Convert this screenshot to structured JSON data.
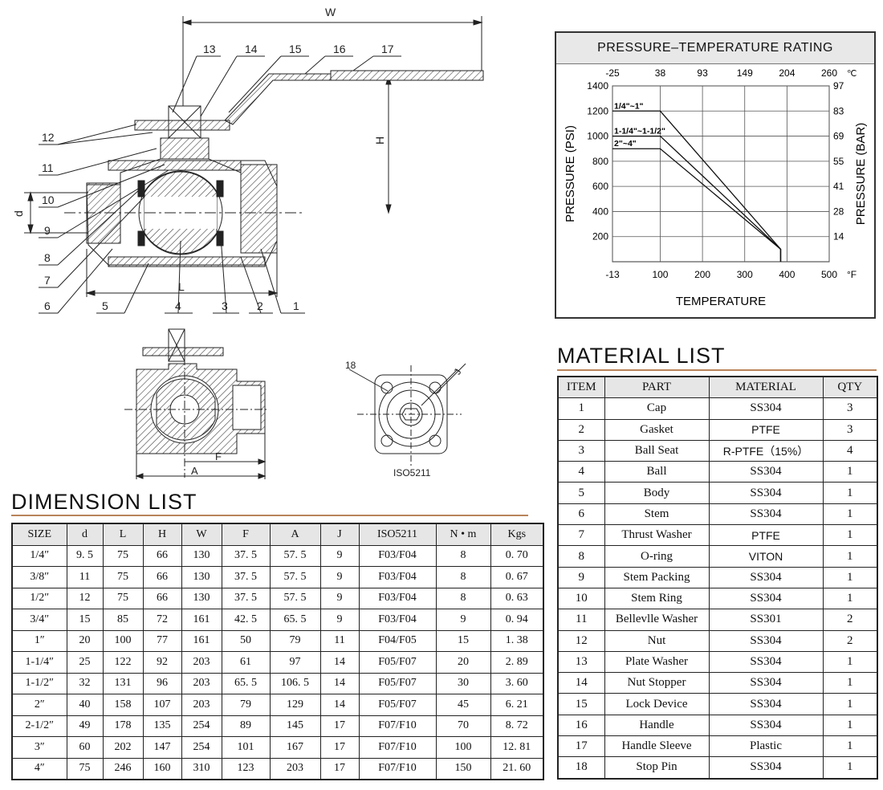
{
  "main_drawing": {
    "labels": {
      "width": "W",
      "height": "H",
      "bore": "d",
      "length": "L"
    },
    "callouts": [
      "1",
      "2",
      "3",
      "4",
      "5",
      "6",
      "7",
      "8",
      "9",
      "10",
      "11",
      "12",
      "13",
      "14",
      "15",
      "16",
      "17"
    ]
  },
  "section_drawing": {
    "a_label": "A",
    "f_label": "F"
  },
  "flange_drawing": {
    "callout": "18",
    "j_label": "J",
    "standard": "ISO5211"
  },
  "pressure_chart": {
    "title": "PRESSURE–TEMPERATURE RATING",
    "xlabel": "TEMPERATURE",
    "ylabel_left": "PRESSURE (PSI)",
    "ylabel_right": "PRESSURE (BAR)",
    "celsius_unit": "℃",
    "fahrenheit_unit": "°F"
  },
  "chart_data": {
    "type": "line",
    "title": "PRESSURE–TEMPERATURE RATING",
    "xlabel": "TEMPERATURE",
    "ylabel": "PRESSURE (PSI)",
    "ylabel_right": "PRESSURE (BAR)",
    "xlim": [
      -13,
      500
    ],
    "ylim": [
      0,
      1400
    ],
    "grid": true,
    "x_ticks_f": [
      "-13",
      "100",
      "200",
      "300",
      "400",
      "500"
    ],
    "x_ticks_c": [
      "-25",
      "38",
      "93",
      "149",
      "204",
      "260"
    ],
    "y_ticks_psi": [
      "200",
      "400",
      "600",
      "800",
      "1000",
      "1200",
      "1400"
    ],
    "y_ticks_bar": [
      "14",
      "28",
      "41",
      "55",
      "69",
      "83",
      "97"
    ],
    "series": [
      {
        "name": "1/4\"~1\"",
        "x": [
          -13,
          100,
          385,
          385
        ],
        "y": [
          1200,
          1200,
          100,
          0
        ]
      },
      {
        "name": "1-1/4\"~1-1/2\"",
        "x": [
          -13,
          100,
          385,
          385
        ],
        "y": [
          1000,
          1000,
          100,
          0
        ]
      },
      {
        "name": "2\"~4\"",
        "x": [
          -13,
          100,
          385,
          385
        ],
        "y": [
          900,
          900,
          100,
          0
        ]
      }
    ]
  },
  "dimension_list": {
    "heading": "DIMENSION LIST",
    "columns": [
      "SIZE",
      "d",
      "L",
      "H",
      "W",
      "F",
      "A",
      "J",
      "ISO5211",
      "N • m",
      "Kgs"
    ],
    "rows": [
      [
        "1/4″",
        "9. 5",
        "75",
        "66",
        "130",
        "37. 5",
        "57. 5",
        "9",
        "F03/F04",
        "8",
        "0. 70"
      ],
      [
        "3/8″",
        "11",
        "75",
        "66",
        "130",
        "37. 5",
        "57. 5",
        "9",
        "F03/F04",
        "8",
        "0. 67"
      ],
      [
        "1/2″",
        "12",
        "75",
        "66",
        "130",
        "37. 5",
        "57. 5",
        "9",
        "F03/F04",
        "8",
        "0. 63"
      ],
      [
        "3/4″",
        "15",
        "85",
        "72",
        "161",
        "42. 5",
        "65. 5",
        "9",
        "F03/F04",
        "9",
        "0. 94"
      ],
      [
        "1″",
        "20",
        "100",
        "77",
        "161",
        "50",
        "79",
        "11",
        "F04/F05",
        "15",
        "1. 38"
      ],
      [
        "1-1/4″",
        "25",
        "122",
        "92",
        "203",
        "61",
        "97",
        "14",
        "F05/F07",
        "20",
        "2. 89"
      ],
      [
        "1-1/2″",
        "32",
        "131",
        "96",
        "203",
        "65. 5",
        "106. 5",
        "14",
        "F05/F07",
        "30",
        "3. 60"
      ],
      [
        "2″",
        "40",
        "158",
        "107",
        "203",
        "79",
        "129",
        "14",
        "F05/F07",
        "45",
        "6. 21"
      ],
      [
        "2-1/2″",
        "49",
        "178",
        "135",
        "254",
        "89",
        "145",
        "17",
        "F07/F10",
        "70",
        "8. 72"
      ],
      [
        "3″",
        "60",
        "202",
        "147",
        "254",
        "101",
        "167",
        "17",
        "F07/F10",
        "100",
        "12. 81"
      ],
      [
        "4″",
        "75",
        "246",
        "160",
        "310",
        "123",
        "203",
        "17",
        "F07/F10",
        "150",
        "21. 60"
      ]
    ]
  },
  "material_list": {
    "heading": "MATERIAL LIST",
    "columns": [
      "ITEM",
      "PART",
      "MATERIAL",
      "QTY"
    ],
    "rows": [
      [
        "1",
        "Cap",
        "SS304",
        "3"
      ],
      [
        "2",
        "Gasket",
        "PTFE",
        "3"
      ],
      [
        "3",
        "Ball Seat",
        "R-PTFE（15%）",
        "4"
      ],
      [
        "4",
        "Ball",
        "SS304",
        "1"
      ],
      [
        "5",
        "Body",
        "SS304",
        "1"
      ],
      [
        "6",
        "Stem",
        "SS304",
        "1"
      ],
      [
        "7",
        "Thrust Washer",
        "PTFE",
        "1"
      ],
      [
        "8",
        "O-ring",
        "VITON",
        "1"
      ],
      [
        "9",
        "Stem Packing",
        "SS304",
        "1"
      ],
      [
        "10",
        "Stem Ring",
        "SS304",
        "1"
      ],
      [
        "11",
        "Bellevlle Washer",
        "SS301",
        "2"
      ],
      [
        "12",
        "Nut",
        "SS304",
        "2"
      ],
      [
        "13",
        "Plate Washer",
        "SS304",
        "1"
      ],
      [
        "14",
        "Nut Stopper",
        "SS304",
        "1"
      ],
      [
        "15",
        "Lock Device",
        "SS304",
        "1"
      ],
      [
        "16",
        "Handle",
        "SS304",
        "1"
      ],
      [
        "17",
        "Handle Sleeve",
        "Plastic",
        "1"
      ],
      [
        "18",
        "Stop Pin",
        "SS304",
        "1"
      ]
    ]
  }
}
